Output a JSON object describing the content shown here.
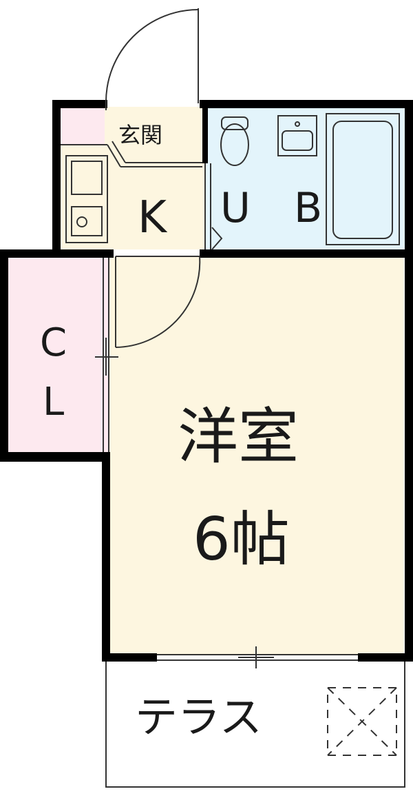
{
  "floor_plan": {
    "rooms": {
      "entrance": {
        "label": "玄関"
      },
      "kitchen": {
        "label": "K"
      },
      "unit_bath": {
        "label": "U B"
      },
      "closet": {
        "label_top": "C",
        "label_bottom": "L"
      },
      "western_room": {
        "label": "洋室",
        "size": "6帖"
      },
      "terrace": {
        "label": "テラス"
      }
    },
    "colors": {
      "wall": "#000000",
      "kitchen_floor": "#fdf6e0",
      "western_room_floor": "#fdf6e0",
      "bath_floor": "#e3f4fb",
      "closet_floor": "#fde9ef",
      "entrance_corner": "#fde9ef"
    }
  }
}
